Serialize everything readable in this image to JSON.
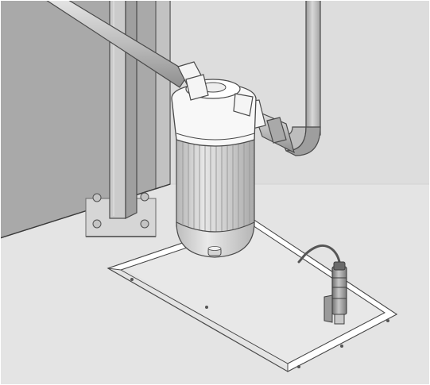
{
  "illustration": {
    "components": [
      "wall-cabinet",
      "mounting-post",
      "floor-bolts",
      "inlet-pipe",
      "outlet-pipe",
      "filter-housing-head",
      "filter-bowl",
      "drain-valve",
      "drip-tray",
      "water-sensor",
      "sensor-cable"
    ]
  },
  "colors": {
    "background": "#ffffff",
    "scene_fill": "#dcdcdc",
    "floor": "#e3e3e3",
    "wall_light": "#d9d9d9",
    "wall_dark": "#a4a4a4",
    "cabinet_side": "#bdbdbd",
    "post_front": "#c6c6c6",
    "post_side": "#9a9a9a",
    "pipe": "#b9b9b9",
    "pipe_highlight": "#e2e2e2",
    "housing_white": "#f6f6f6",
    "bowl_gray": "#c9c9c9",
    "bowl_rib": "#a8a8a8",
    "tray_frame": "#ffffff",
    "outline": "#4a4a4a",
    "sensor_body": "#8a8a8a",
    "cable": "#555555"
  }
}
